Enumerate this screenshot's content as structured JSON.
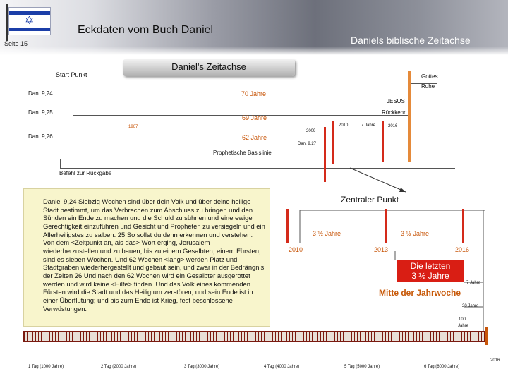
{
  "header": {
    "title": "Eckdaten vom Buch Daniel",
    "subtitle": "Daniels biblische Zeitachse",
    "page": "Seite 15"
  },
  "pill_title": "Daniel's Zeitachse",
  "diagram": {
    "start_label": "Start Punkt",
    "gottes_label": "Gottes",
    "ruhe_label": "Ruhe",
    "dan924": "Dan. 9,24",
    "dan925": "Dan. 9,25",
    "dan926": "Dan. 9,26",
    "dan927": "Dan. 9,27",
    "jahre70": "70 Jahre",
    "jahre69": "69 Jahre",
    "jahre62": "62 Jahre",
    "jesus": "JESUS",
    "rueckkehr": "Rückkehr",
    "year1967": "1967",
    "year2009": "2009",
    "year2010a": "2010",
    "jahre7_small": "7 Jahre",
    "year2016a": "2016",
    "prophetische": "Prophetische Basislinie",
    "befehl": "Befehl zur Rückgabe",
    "zentral": "Zentraler Punkt",
    "dreieinhalb_left": "3 ½ Jahre",
    "dreieinhalb_right": "3 ½ Jahre",
    "year2010b": "2010",
    "year2013": "2013",
    "year2016b": "2016",
    "die_letzten": "Die letzten",
    "dreieinhalb_box": "3 ½ Jahre",
    "mitte": "Mitte der Jahrwoche",
    "jahre7": "7 Jahre",
    "jahre20": "20 Jahre",
    "jahre100": "100",
    "jahre100b": "Jahre",
    "year2016c": "2016"
  },
  "textbox": {
    "text": "Daniel 9,24 Siebzig Wochen sind über dein Volk und über deine heilige Stadt bestimmt, um das Verbrechen zum Abschluss zu bringen und den Sünden ein Ende zu machen und die Schuld zu sühnen und eine ewige Gerechtigkeit einzuführen und Gesicht und Propheten zu versiegeln und ein Allerheiligstes zu salben. 25 So sollst du denn erkennen und verstehen: Von dem <Zeitpunkt an, als das> Wort erging, Jerusalem wiederherzustellen und zu bauen, bis zu einem Gesalbten, einem Fürsten, sind es sieben Wochen. Und 62 Wochen <lang> werden Platz und Stadtgraben wiederhergestellt und gebaut sein, und zwar in der Bedrängnis der Zeiten 26 Und nach den 62 Wochen wird ein Gesalbter ausgerottet werden und wird keine <Hilfe> finden. Und das Volk eines kommenden Fürsten wird die Stadt und das Heiligtum zerstören, und sein Ende ist in einer Überflutung; und bis zum Ende ist Krieg, fest beschlossene Verwüstungen."
  },
  "days": [
    "1 Tag (1000 Jahre)",
    "2 Tag (2000 Jahre)",
    "3 Tag (3000 Jahre)",
    "4 Tag (4000 Jahre)",
    "5 Tag (5000 Jahre)",
    "6 Tag (6000 Jahre)"
  ],
  "colors": {
    "red": "#d42a1a",
    "orange": "#e58a3a",
    "box_yellow": "#f8f5cc"
  }
}
